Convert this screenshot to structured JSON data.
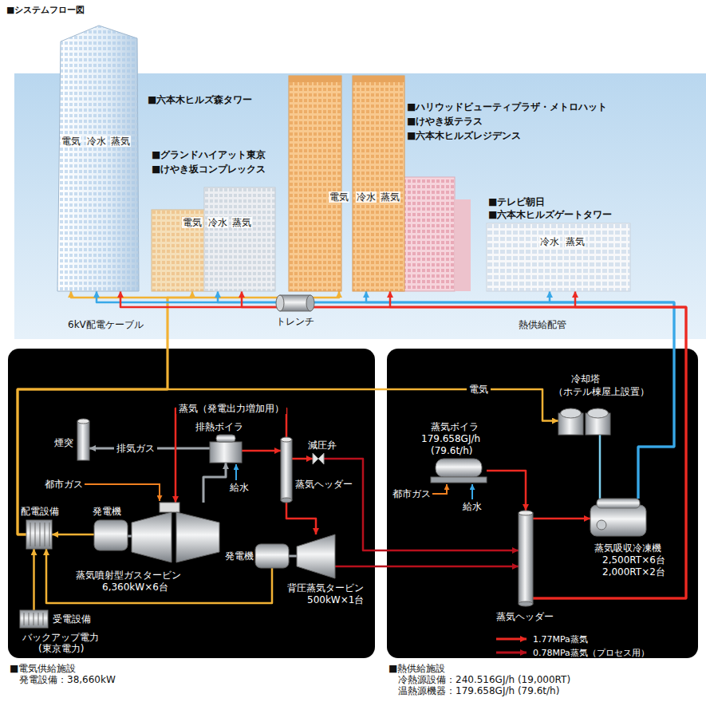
{
  "diagram": {
    "title": "■システムフロー図",
    "nodes": [
      {
        "text": [
          "■六本木ヒルズ森タワー",
          "電気",
          "冷水",
          "蒸気"
        ]
      },
      {
        "text": [
          "■グランドハイアット東京",
          "■けやき坂コンプレックス",
          "電気",
          "冷水",
          "蒸気"
        ]
      },
      {
        "text": [
          "■ハリウッドビューティプラザ・メトロハット",
          "■けやき坂テラス",
          "■六本木ヒルズレジデンス",
          "電気",
          "冷水",
          "蒸気"
        ]
      },
      {
        "text": [
          "■テレビ朝日",
          "■六本木ヒルズゲートタワー",
          "冷水",
          "蒸気"
        ]
      },
      {
        "text": [
          "トレンチ"
        ]
      },
      {
        "text": [
          "■電気供給施設",
          "発電設備：38,660kW"
        ]
      },
      {
        "text": [
          "■熱供給施設",
          "冷熱源設備：240.516GJ/h (19,000RT)",
          "温熱源機器：179.658GJ/h (79.6t/h)"
        ]
      },
      {
        "text": [
          "煙突"
        ],
        "in": 5
      },
      {
        "text": [
          "排熱ボイラ"
        ],
        "in": 5
      },
      {
        "text": [
          "蒸気ヘッダー"
        ],
        "in": 5
      },
      {
        "text": [
          "減圧弁"
        ],
        "in": 5
      },
      {
        "text": [
          "配電設備"
        ],
        "in": 5
      },
      {
        "text": [
          "発電機"
        ],
        "in": 5
      },
      {
        "text": [
          "蒸気噴射型ガスタービン",
          "6,360kW×6台"
        ],
        "in": 5
      },
      {
        "text": [
          "発電機"
        ],
        "in": 5
      },
      {
        "text": [
          "背圧蒸気タービン",
          "500kW×1台"
        ],
        "in": 5
      },
      {
        "text": [
          "受電設備",
          "バックアップ電力",
          "(東京電力)"
        ],
        "in": 5
      },
      {
        "text": [
          "蒸気ボイラ",
          "179.658GJ/h",
          "(79.6t/h)"
        ],
        "in": 6
      },
      {
        "text": [
          "冷却塔",
          "（ホテル棟屋上設置）"
        ],
        "in": 6
      },
      {
        "text": [
          "蒸気ヘッダー"
        ],
        "in": 6
      },
      {
        "text": [
          "蒸気吸収冷凍機",
          "2,500RT×6台",
          "2,000RT×2台"
        ],
        "in": 6
      }
    ],
    "edges": [
      {
        "from": 13,
        "to": 8,
        "arrow": "to"
      },
      {
        "from": 8,
        "to": 7,
        "label": "排気ガス",
        "arrow": "to"
      },
      {
        "from": 8,
        "to": 9,
        "arrow": "to"
      },
      {
        "from": 9,
        "to": 13,
        "label": "蒸気（発電出力増加用）",
        "arrow": "to"
      },
      {
        "from": 9,
        "to": 10,
        "arrow": "to"
      },
      {
        "from": 9,
        "to": 15,
        "arrow": "to"
      },
      {
        "from": 10,
        "to": 19,
        "arrow": "to"
      },
      {
        "from": 15,
        "to": 19,
        "arrow": "to"
      },
      {
        "from": 13,
        "to": 12,
        "arrow": "none"
      },
      {
        "from": 12,
        "to": 11,
        "arrow": "to"
      },
      {
        "from": 15,
        "to": 14,
        "arrow": "none"
      },
      {
        "from": 14,
        "to": 11,
        "arrow": "to"
      },
      {
        "from": 16,
        "to": 11,
        "arrow": "to"
      },
      {
        "from": 11,
        "to": 0,
        "arrow": "to"
      },
      {
        "from": 11,
        "to": 1,
        "arrow": "to"
      },
      {
        "from": 11,
        "to": 2,
        "arrow": "to"
      },
      {
        "from": 11,
        "to": 18,
        "label": "電気",
        "arrow": "to"
      },
      {
        "from": 17,
        "to": 19,
        "arrow": "to"
      },
      {
        "from": 19,
        "to": 20,
        "arrow": "to"
      },
      {
        "from": 18,
        "to": 20,
        "arrow": "none"
      },
      {
        "from": 20,
        "to": 0,
        "arrow": "to"
      },
      {
        "from": 20,
        "to": 1,
        "arrow": "to"
      },
      {
        "from": 20,
        "to": 2,
        "arrow": "to"
      },
      {
        "from": 20,
        "to": 3,
        "arrow": "to"
      },
      {
        "from": 19,
        "to": 0,
        "arrow": "to"
      },
      {
        "from": 19,
        "to": 1,
        "arrow": "to"
      },
      {
        "from": 19,
        "to": 2,
        "arrow": "to"
      },
      {
        "from": 19,
        "to": 3,
        "arrow": "to"
      }
    ],
    "labels": [
      "6kV配電ケーブル",
      "熱供給配管",
      "都市ガス",
      "給水",
      "都市ガス",
      "給水"
    ],
    "legend": [
      {
        "text": "1.77MPa蒸気"
      },
      {
        "text": "0.78MPa蒸気（プロセス用）"
      }
    ]
  }
}
